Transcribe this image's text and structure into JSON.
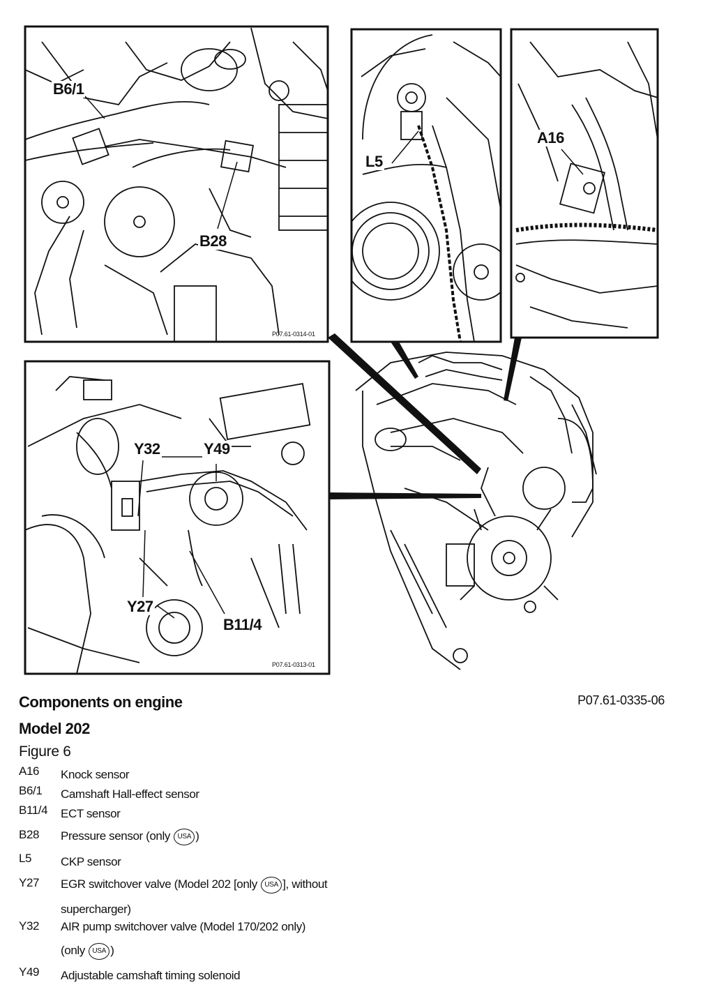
{
  "figure": {
    "callouts": {
      "b6_1": "B6/1",
      "b28": "B28",
      "l5": "L5",
      "a16": "A16",
      "y32": "Y32",
      "y49": "Y49",
      "y27": "Y27",
      "b11_4": "B11/4"
    },
    "panel_refs": {
      "top_left": "P07.61-0314-01",
      "bottom_left": "P07.61-0313-01"
    }
  },
  "caption": {
    "title": "Components on engine",
    "model": "Model 202",
    "figure_label": "Figure 6",
    "reference": "P07.61-0335-06"
  },
  "usa_badge": "USA",
  "legend": {
    "a16": {
      "code": "A16",
      "text": "Knock sensor"
    },
    "b6_1": {
      "code": "B6/1",
      "text": "Camshaft Hall-effect sensor"
    },
    "b11_4": {
      "code": "B11/4",
      "text": "ECT sensor"
    },
    "b28": {
      "code": "B28",
      "text_before": "Pressure sensor (only",
      "text_after": ")"
    },
    "l5": {
      "code": "L5",
      "text": "CKP sensor"
    },
    "y27": {
      "code": "Y27",
      "text_before": "EGR switchover valve (Model 202 [only",
      "text_after": "], without",
      "text_line2": "supercharger)"
    },
    "y32": {
      "code": "Y32",
      "text": "AIR pump switchover valve (Model 170/202 only)",
      "text_line2_before": "(only",
      "text_line2_after": ")"
    },
    "y49": {
      "code": "Y49",
      "text": "Adjustable camshaft timing solenoid"
    }
  }
}
